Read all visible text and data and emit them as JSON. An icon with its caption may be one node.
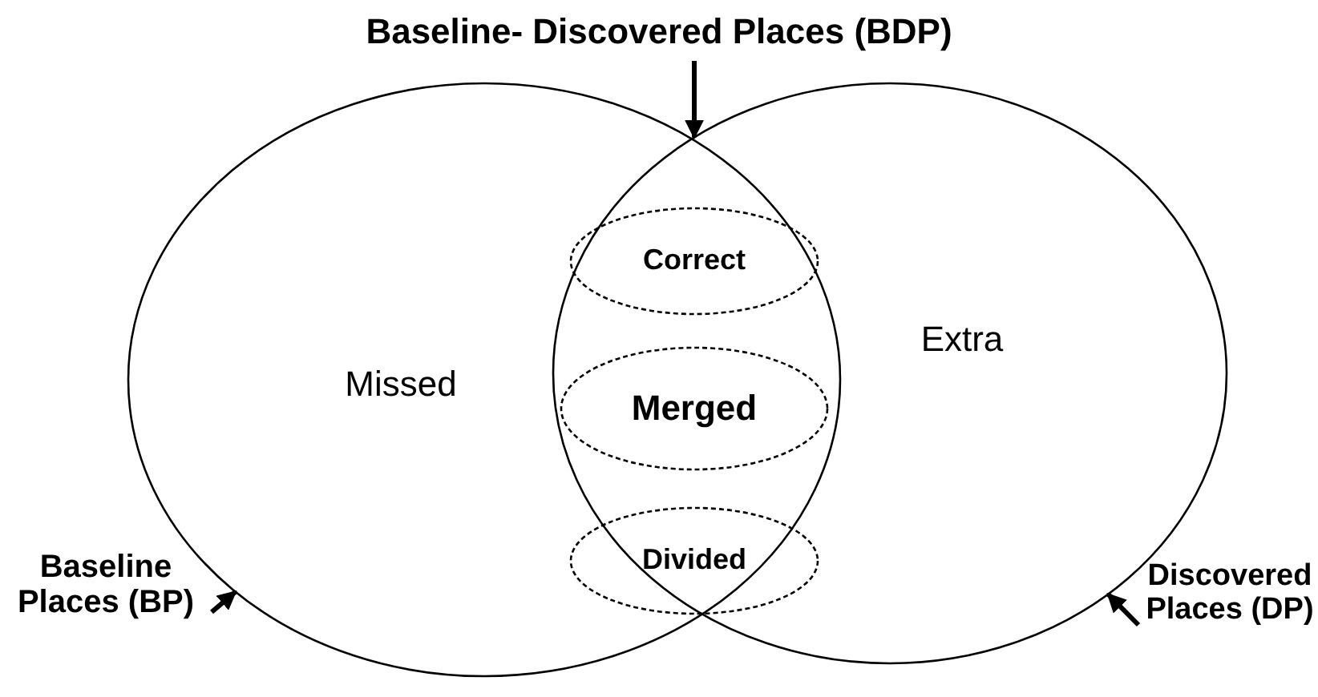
{
  "diagram": {
    "nodes": [
      {
        "text": [
          "Baseline- Discovered Places (BDP)"
        ]
      },
      {
        "text": [
          "Missed"
        ]
      },
      {
        "text": [
          "Extra"
        ]
      },
      {
        "text": [
          "Correct"
        ]
      },
      {
        "text": [
          "Merged"
        ]
      },
      {
        "text": [
          "Divided"
        ]
      },
      {
        "text": [
          "Baseline Places (BP)"
        ]
      },
      {
        "text": [
          "Discovered Places (DP)"
        ]
      }
    ],
    "edges": [
      {
        "from": 0,
        "to": 2,
        "arrow": "to"
      },
      {
        "from": 6,
        "to": 1,
        "arrow": "to"
      },
      {
        "from": 7,
        "to": 2,
        "arrow": "to"
      }
    ]
  }
}
